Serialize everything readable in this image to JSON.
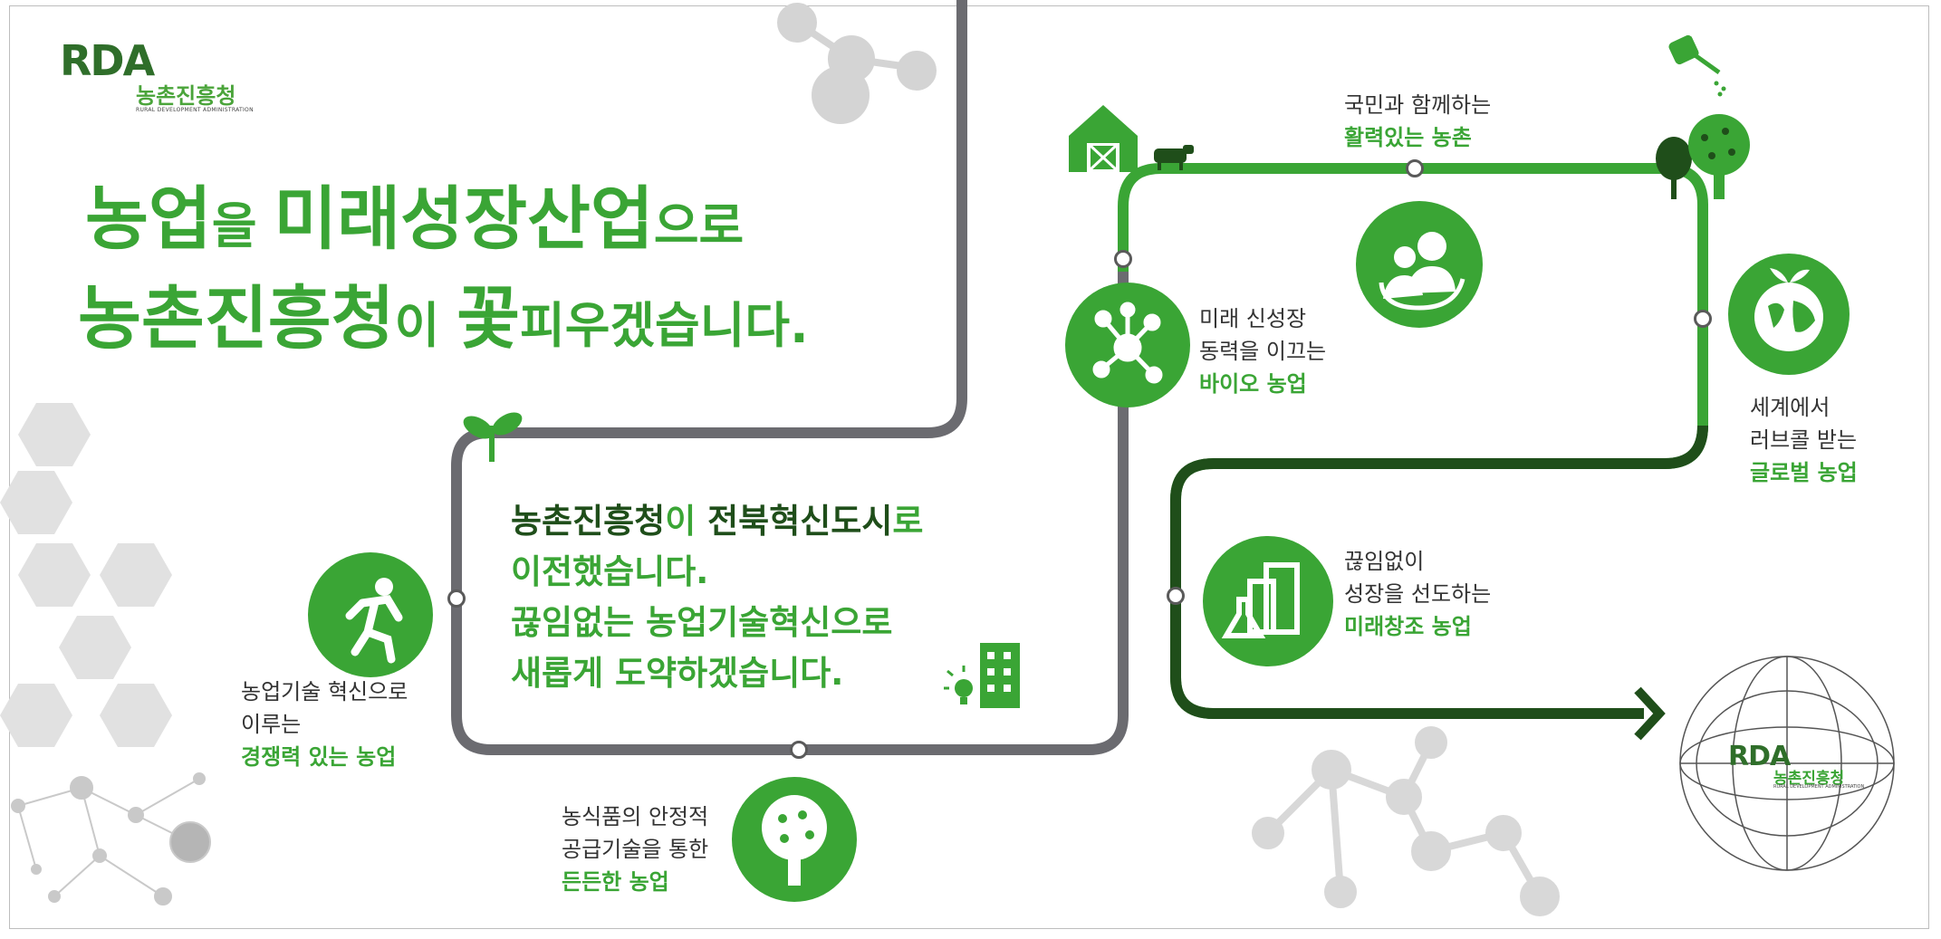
{
  "logo": {
    "mark": "RDA",
    "name_ko": "농촌진흥청",
    "name_en": "RURAL DEVELOPMENT ADMINISTRATION"
  },
  "headline": {
    "line1": [
      {
        "text": "농업",
        "size": "big"
      },
      {
        "text": "을 ",
        "size": "small"
      },
      {
        "text": " 미래성장산업",
        "size": "big"
      },
      {
        "text": "으로",
        "size": "small"
      }
    ],
    "line2": [
      {
        "text": "농촌진흥청",
        "size": "big"
      },
      {
        "text": "이 ",
        "size": "small"
      },
      {
        "text": "꽃",
        "size": "big"
      },
      {
        "text": "피우겠습니다.",
        "size": "small"
      }
    ]
  },
  "center_message": {
    "line1_strong1": "농촌진흥청",
    "line1_mid": "이 ",
    "line1_strong2": "전북혁신도시",
    "line1_end": "로",
    "line2": "이전했습니다.",
    "line3": "끊임없는 농업기술혁신으로",
    "line4": "새롭게 도약하겠습니다."
  },
  "milestones": [
    {
      "id": "competitive",
      "line1": "농업기술 혁신으로",
      "line2": "이루는",
      "highlight": "경쟁력 있는 농업",
      "icon": "runner-icon"
    },
    {
      "id": "food",
      "line1": "농식품의 안정적",
      "line2": "공급기술을 통한",
      "highlight": "든든한 농업",
      "icon": "fruit-tree-icon"
    },
    {
      "id": "bio",
      "line1": "미래 신성장",
      "line2": "동력을 이끄는",
      "highlight": "바이오 농업",
      "icon": "molecule-icon"
    },
    {
      "id": "vibrant",
      "line1": "국민과 함께하는",
      "highlight": "활력있는 농촌",
      "icon": "people-icon"
    },
    {
      "id": "global",
      "line1": "세계에서",
      "line2": "러브콜 받는",
      "highlight": "글로벌 농업",
      "icon": "globe-leaf-icon"
    },
    {
      "id": "creative",
      "line1": "끊임없이",
      "line2": "성장을 선도하는",
      "highlight": "미래창조 농업",
      "icon": "lab-flask-icon"
    }
  ],
  "colors": {
    "primary_green": "#3aa535",
    "dark_green": "#1f4e1a",
    "road_gray": "#6b6b70",
    "decor_gray": "#d0d0d0"
  }
}
